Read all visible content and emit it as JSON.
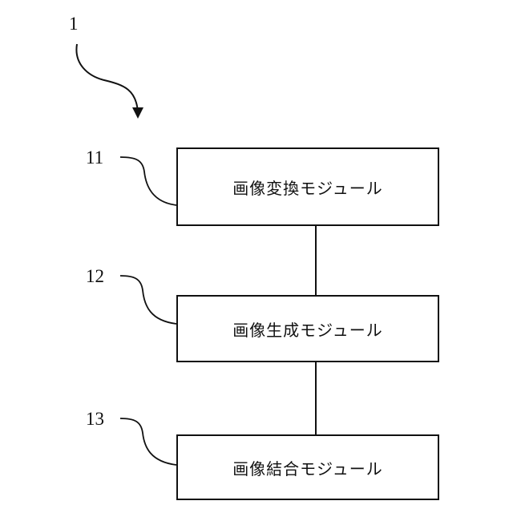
{
  "figure": {
    "reference_label": "1"
  },
  "modules": [
    {
      "ref": "11",
      "label": "画像変換モジュール"
    },
    {
      "ref": "12",
      "label": "画像生成モジュール"
    },
    {
      "ref": "13",
      "label": "画像結合モジュール"
    }
  ]
}
